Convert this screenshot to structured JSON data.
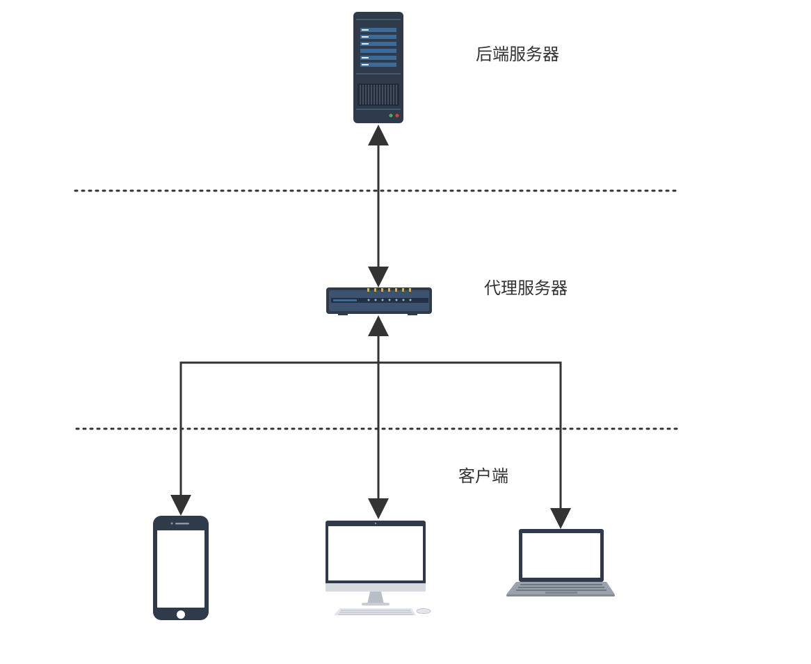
{
  "labels": {
    "backend": "后端服务器",
    "proxy": "代理服务器",
    "client": "客户端"
  },
  "nodes": {
    "backend": {
      "icon": "server-tower-icon"
    },
    "proxy": {
      "icon": "network-switch-icon"
    },
    "clients": [
      {
        "icon": "smartphone-icon"
      },
      {
        "icon": "desktop-monitor-icon"
      },
      {
        "icon": "laptop-icon"
      }
    ]
  },
  "edges": [
    {
      "from": "proxy",
      "to": "backend",
      "direction": "bidirectional"
    },
    {
      "from": "proxy",
      "to": "desktop",
      "direction": "bidirectional"
    },
    {
      "from": "proxy",
      "to": "smartphone",
      "direction": "to-client"
    },
    {
      "from": "proxy",
      "to": "laptop",
      "direction": "to-client"
    }
  ],
  "colors": {
    "device_dark": "#2f3a4a",
    "device_panel": "#3d6b97",
    "line": "#333333",
    "divider": "#333333",
    "screen": "#ffffff",
    "laptop_body": "#9aa3ab"
  }
}
